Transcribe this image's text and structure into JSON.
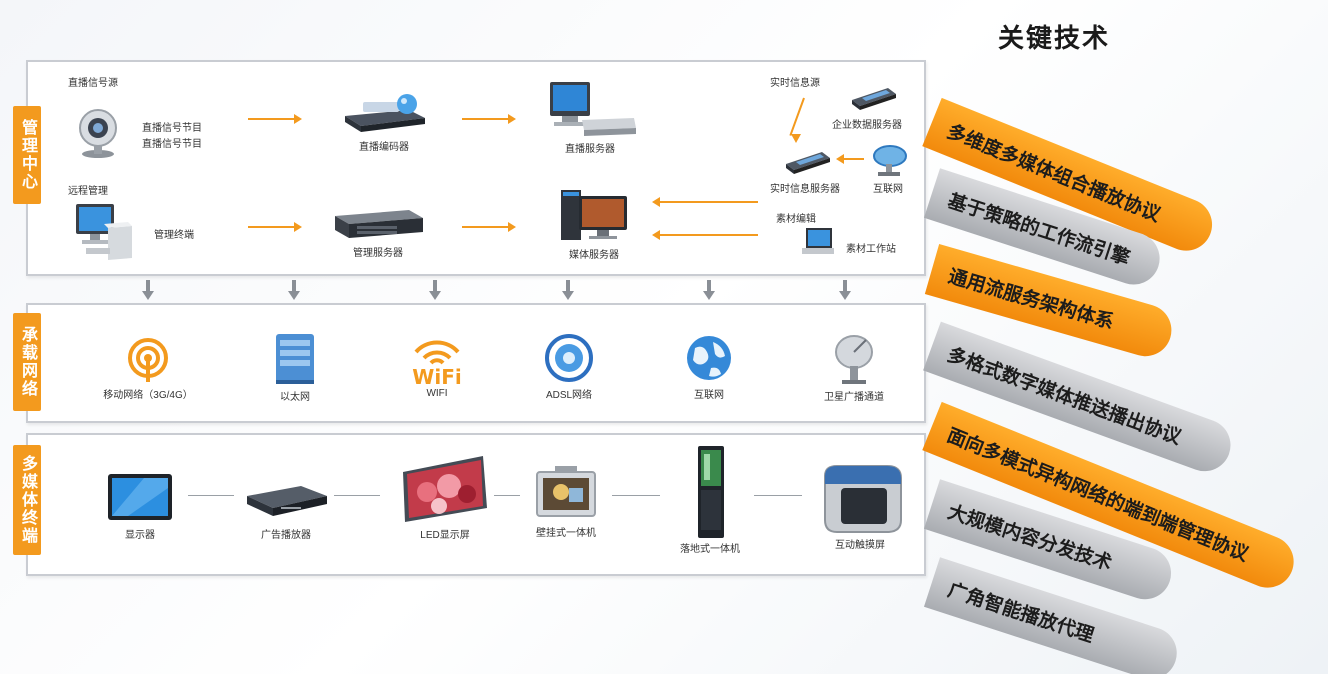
{
  "title": "关键技术",
  "side_tags": {
    "management": "管理中心",
    "network": "承载网络",
    "terminal": "多媒体终端"
  },
  "management": {
    "top_left_label": "直播信号源",
    "camera_lines": [
      "直播信号节目",
      "直播信号节目"
    ],
    "encoder": "直播编码器",
    "live_server": "直播服务器",
    "realtime_source": "实时信息源",
    "enterprise_db": "企业数据服务器",
    "realtime_server": "实时信息服务器",
    "internet": "互联网",
    "mid_left_label": "远程管理",
    "terminal_label": "管理终端",
    "mgmt_server": "管理服务器",
    "media_server": "媒体服务器",
    "material_edit": "素材编辑",
    "material_station": "素材工作站"
  },
  "network": {
    "items": [
      "移动网络（3G/4G）",
      "以太网",
      "WIFI",
      "ADSL网络",
      "互联网",
      "卫星广播通道"
    ],
    "wifi_text": "WiFi"
  },
  "terminals": {
    "items": [
      "显示器",
      "广告播放器",
      "LED显示屏",
      "壁挂式一体机",
      "落地式一体机",
      "互动触摸屏"
    ]
  },
  "technologies": [
    {
      "label": "多维度多媒体组合播放协议",
      "color": "orange"
    },
    {
      "label": "基于策略的工作流引擎",
      "color": "gray"
    },
    {
      "label": "通用流服务架构体系",
      "color": "orange"
    },
    {
      "label": "多格式数字媒体推送播出协议",
      "color": "gray"
    },
    {
      "label": "面向多模式异构网络的端到端管理协议",
      "color": "orange"
    },
    {
      "label": "大规模内容分发技术",
      "color": "gray"
    },
    {
      "label": "广角智能播放代理",
      "color": "gray"
    }
  ],
  "colors": {
    "accent_orange": "#f39a1e",
    "band_gray": "#b4b7bc",
    "panel_border": "#c9ccd2"
  }
}
